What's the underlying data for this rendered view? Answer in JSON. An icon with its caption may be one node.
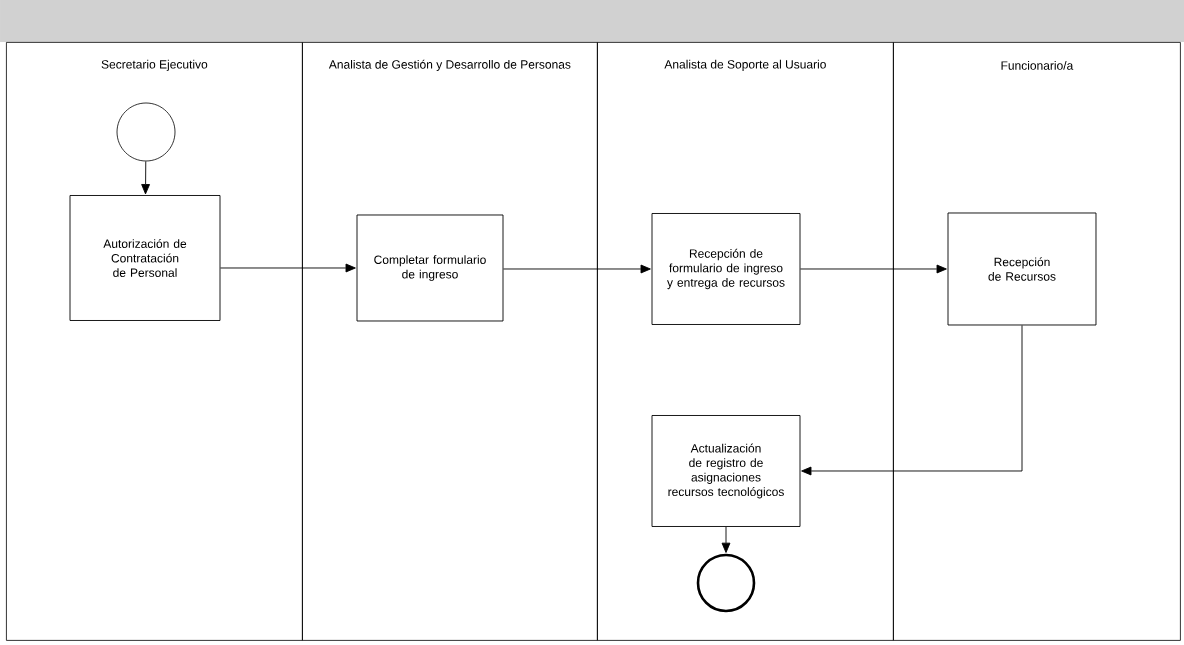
{
  "diagram": {
    "nodes": [
      {
        "text": [
          "Secretario Ejecutivo"
        ]
      },
      {
        "text": [],
        "shape": "circle",
        "in": 0
      },
      {
        "text": [
          "Autorización de Contratación de Personal"
        ],
        "in": 0
      },
      {
        "text": [
          "Analista de Gestión y Desarrollo de Personas"
        ]
      },
      {
        "text": [
          "Completar formulario de ingreso"
        ],
        "in": 3
      },
      {
        "text": [
          "Analista de Soporte al Usuario"
        ]
      },
      {
        "text": [
          "Recepción de formulario de ingreso y entrega de recursos"
        ],
        "in": 5
      },
      {
        "text": [
          "Actualización de registro de asignaciones recursos tecnológicos"
        ],
        "in": 5
      },
      {
        "text": [],
        "shape": "circle",
        "in": 5
      },
      {
        "text": [
          "Funcionario/a"
        ]
      },
      {
        "text": [
          "Recepción de Recursos"
        ],
        "in": 9
      }
    ],
    "edges": [
      {
        "from": 1,
        "to": 2,
        "arrow": "to"
      },
      {
        "from": 2,
        "to": 4,
        "arrow": "to"
      },
      {
        "from": 4,
        "to": 6,
        "arrow": "to"
      },
      {
        "from": 6,
        "to": 10,
        "arrow": "to"
      },
      {
        "from": 10,
        "to": 7,
        "arrow": "to"
      },
      {
        "from": 7,
        "to": 8,
        "arrow": "to"
      }
    ]
  }
}
